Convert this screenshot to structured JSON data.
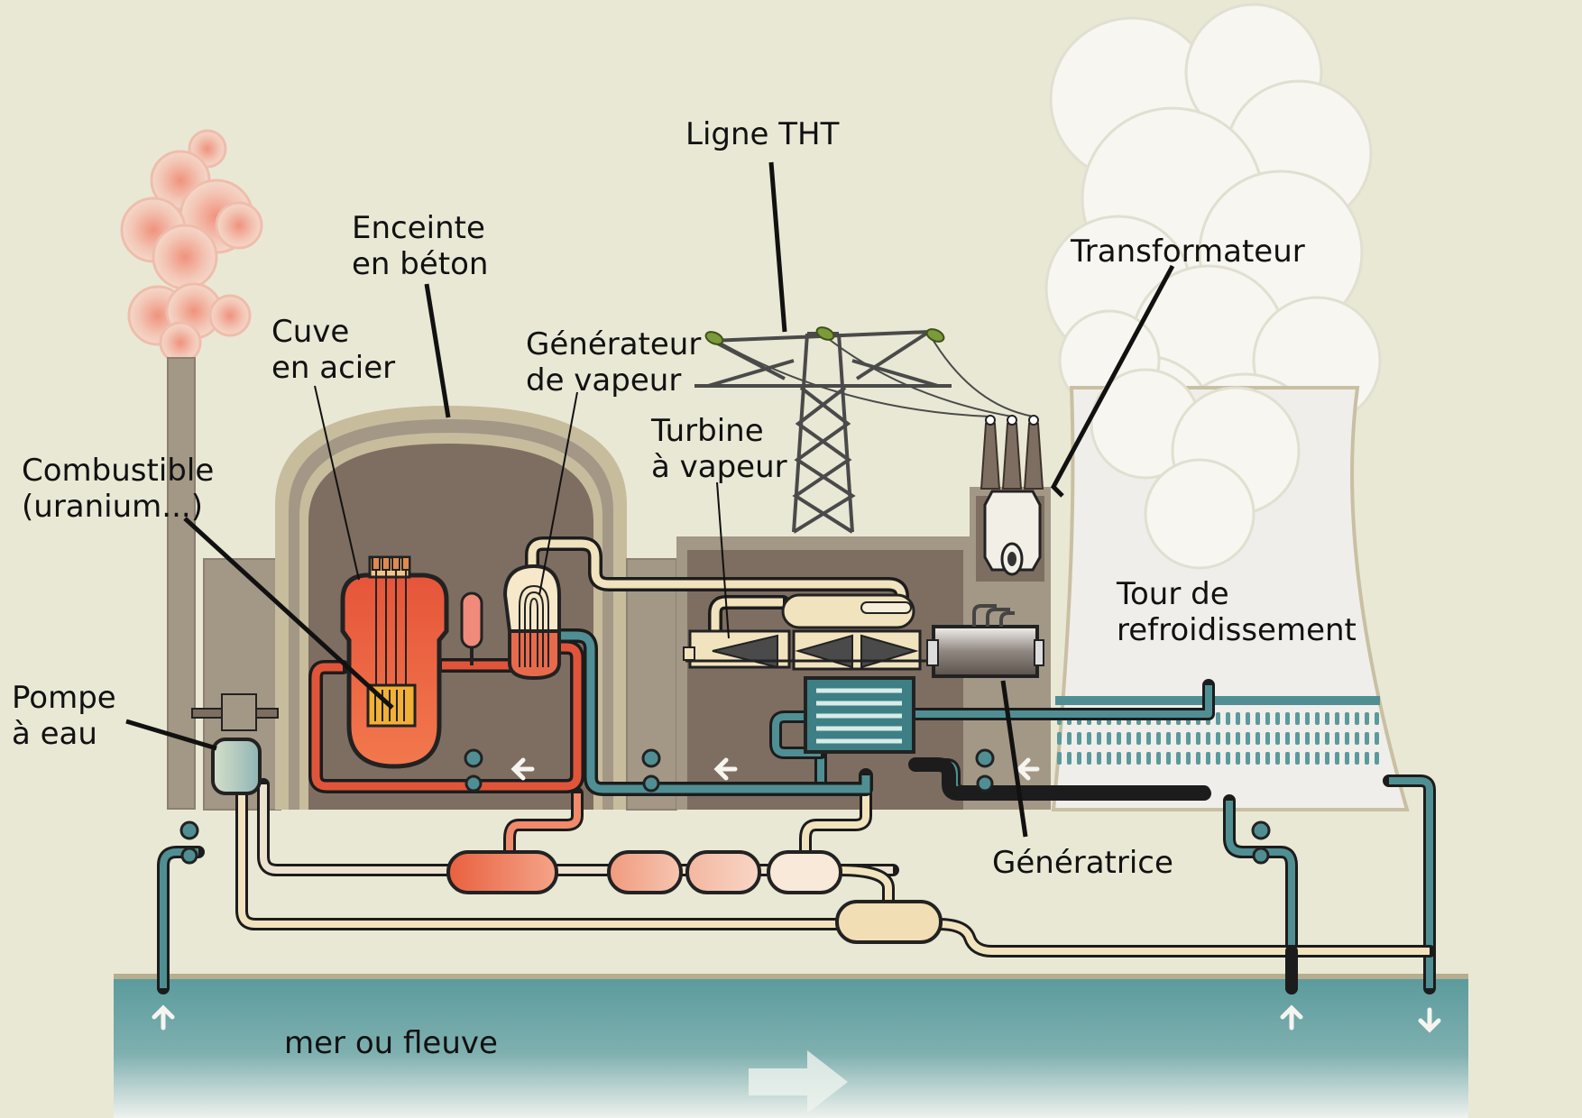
{
  "labels": {
    "ligne_tht": "Ligne THT",
    "enceinte_1": "Enceinte",
    "enceinte_2": "en béton",
    "cuve_1": "Cuve",
    "cuve_2": "en acier",
    "generateur_1": "Générateur",
    "generateur_2": "de vapeur",
    "turbine_1": "Turbine",
    "turbine_2": "à vapeur",
    "combustible_1": "Combustible",
    "combustible_2": "(uranium...)",
    "transformateur": "Transformateur",
    "tour_1": "Tour de",
    "tour_2": "refroidissement",
    "pompe_1": "Pompe",
    "pompe_2": "à eau",
    "generatrice": "Génératrice",
    "mer": "mer ou fleuve"
  },
  "colors": {
    "background": "#e9e8d5",
    "building": "#a39786",
    "building_dark": "#7e6e61",
    "dome_ring": "#c7bc9c",
    "water": "#5a9a9c",
    "primary_loop": "#e0553a",
    "secondary_loop": "#f1e3bd",
    "cooling_loop": "#4f8f93",
    "pylon": "#4a4a4a",
    "insulator": "#7b9a3a"
  },
  "icons": {
    "flow_arrow": "arrow-left-icon",
    "water_arrow": "arrow-up-icon",
    "river_arrow": "arrow-right-icon"
  }
}
